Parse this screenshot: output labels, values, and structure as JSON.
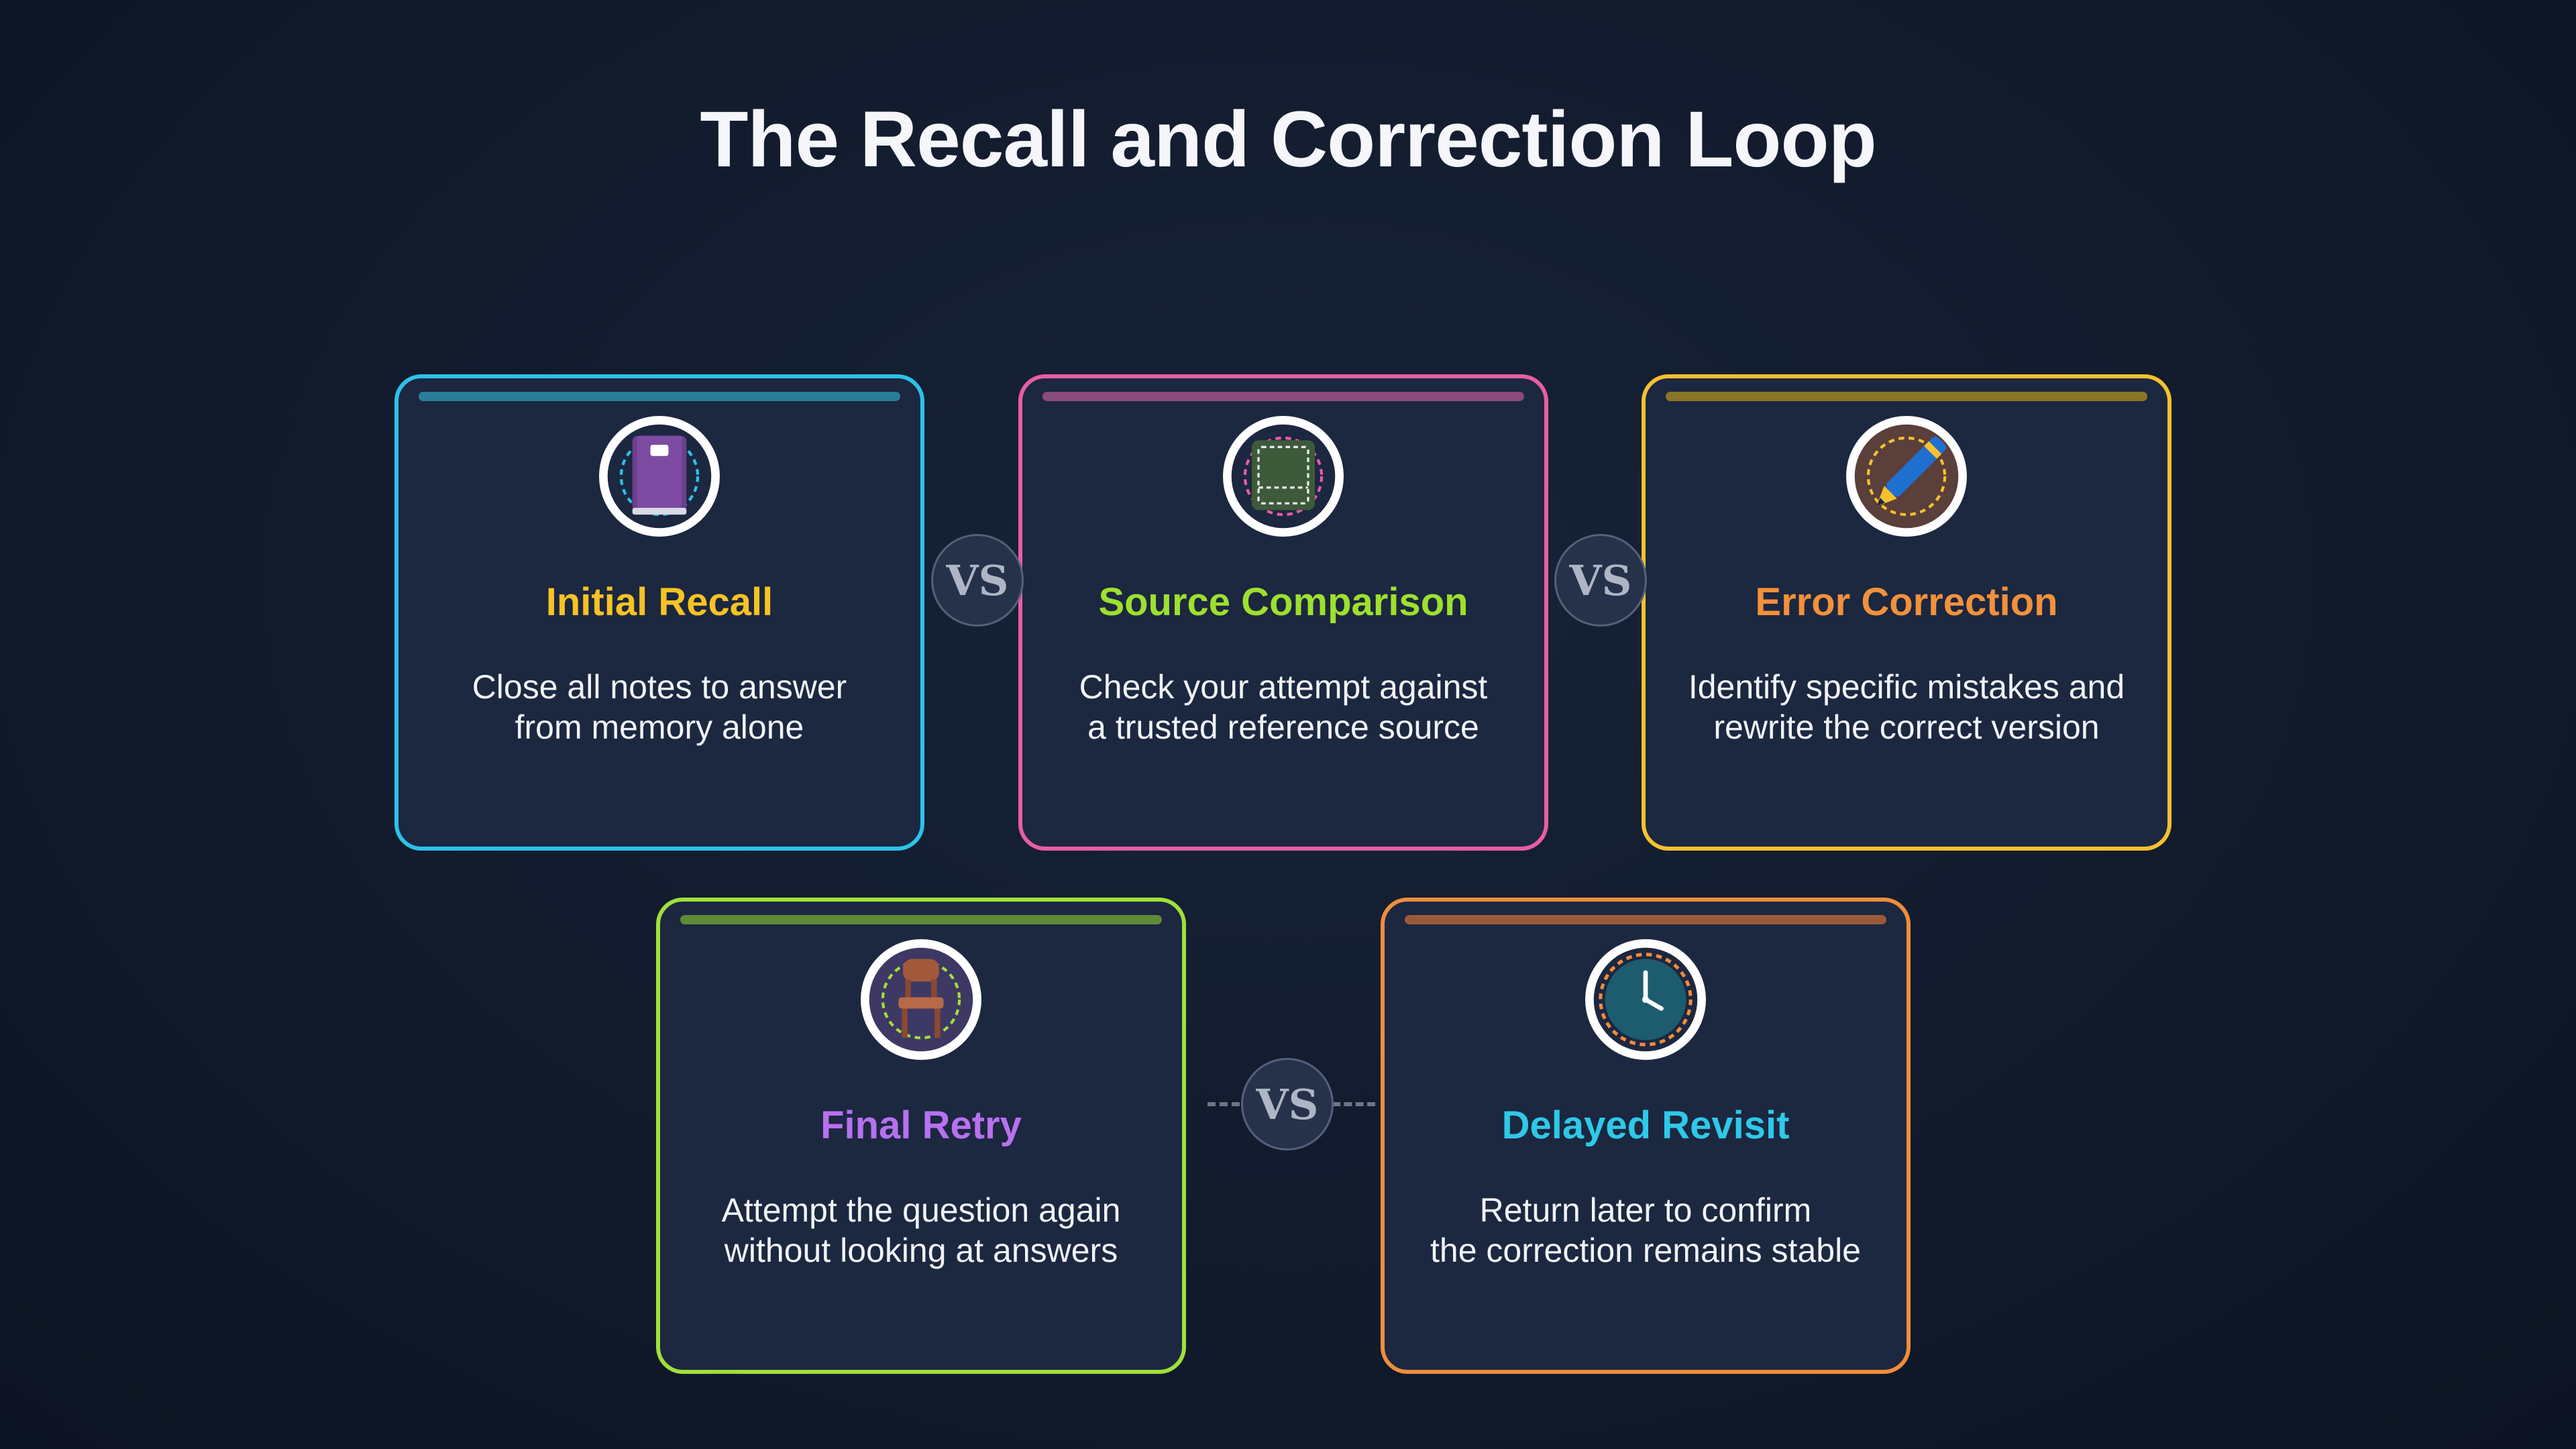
{
  "title": "The Recall and Correction Loop",
  "separator_label": "VS",
  "steps": [
    {
      "label": "Initial Recall",
      "description_line1": "Close all notes to answer",
      "description_line2": "from memory alone",
      "border_color": "#2cc2e8",
      "bar_color": "#2a7d9a",
      "label_color": "#f6c324",
      "icon": "notebook-icon"
    },
    {
      "label": "Source Comparison",
      "description_line1": "Check your attempt against",
      "description_line2": "a trusted reference source",
      "border_color": "#e85ea3",
      "bar_color": "#8a4a7c",
      "label_color": "#9ee02d",
      "icon": "board-icon"
    },
    {
      "label": "Error Correction",
      "description_line1": "Identify specific mistakes and",
      "description_line2": "rewrite the correct version",
      "border_color": "#f5c12e",
      "bar_color": "#8a7626",
      "label_color": "#f2913b",
      "icon": "pen-icon"
    },
    {
      "label": "Final Retry",
      "description_line1": "Attempt the question again",
      "description_line2": "without looking at answers",
      "border_color": "#9fe03a",
      "bar_color": "#5f8a36",
      "label_color": "#b771f0",
      "icon": "chair-icon"
    },
    {
      "label": "Delayed Revisit",
      "description_line1": "Return later to confirm",
      "description_line2": "the correction remains stable",
      "border_color": "#f08d3b",
      "bar_color": "#9a5a3a",
      "label_color": "#2ec9e8",
      "icon": "clock-icon"
    }
  ]
}
